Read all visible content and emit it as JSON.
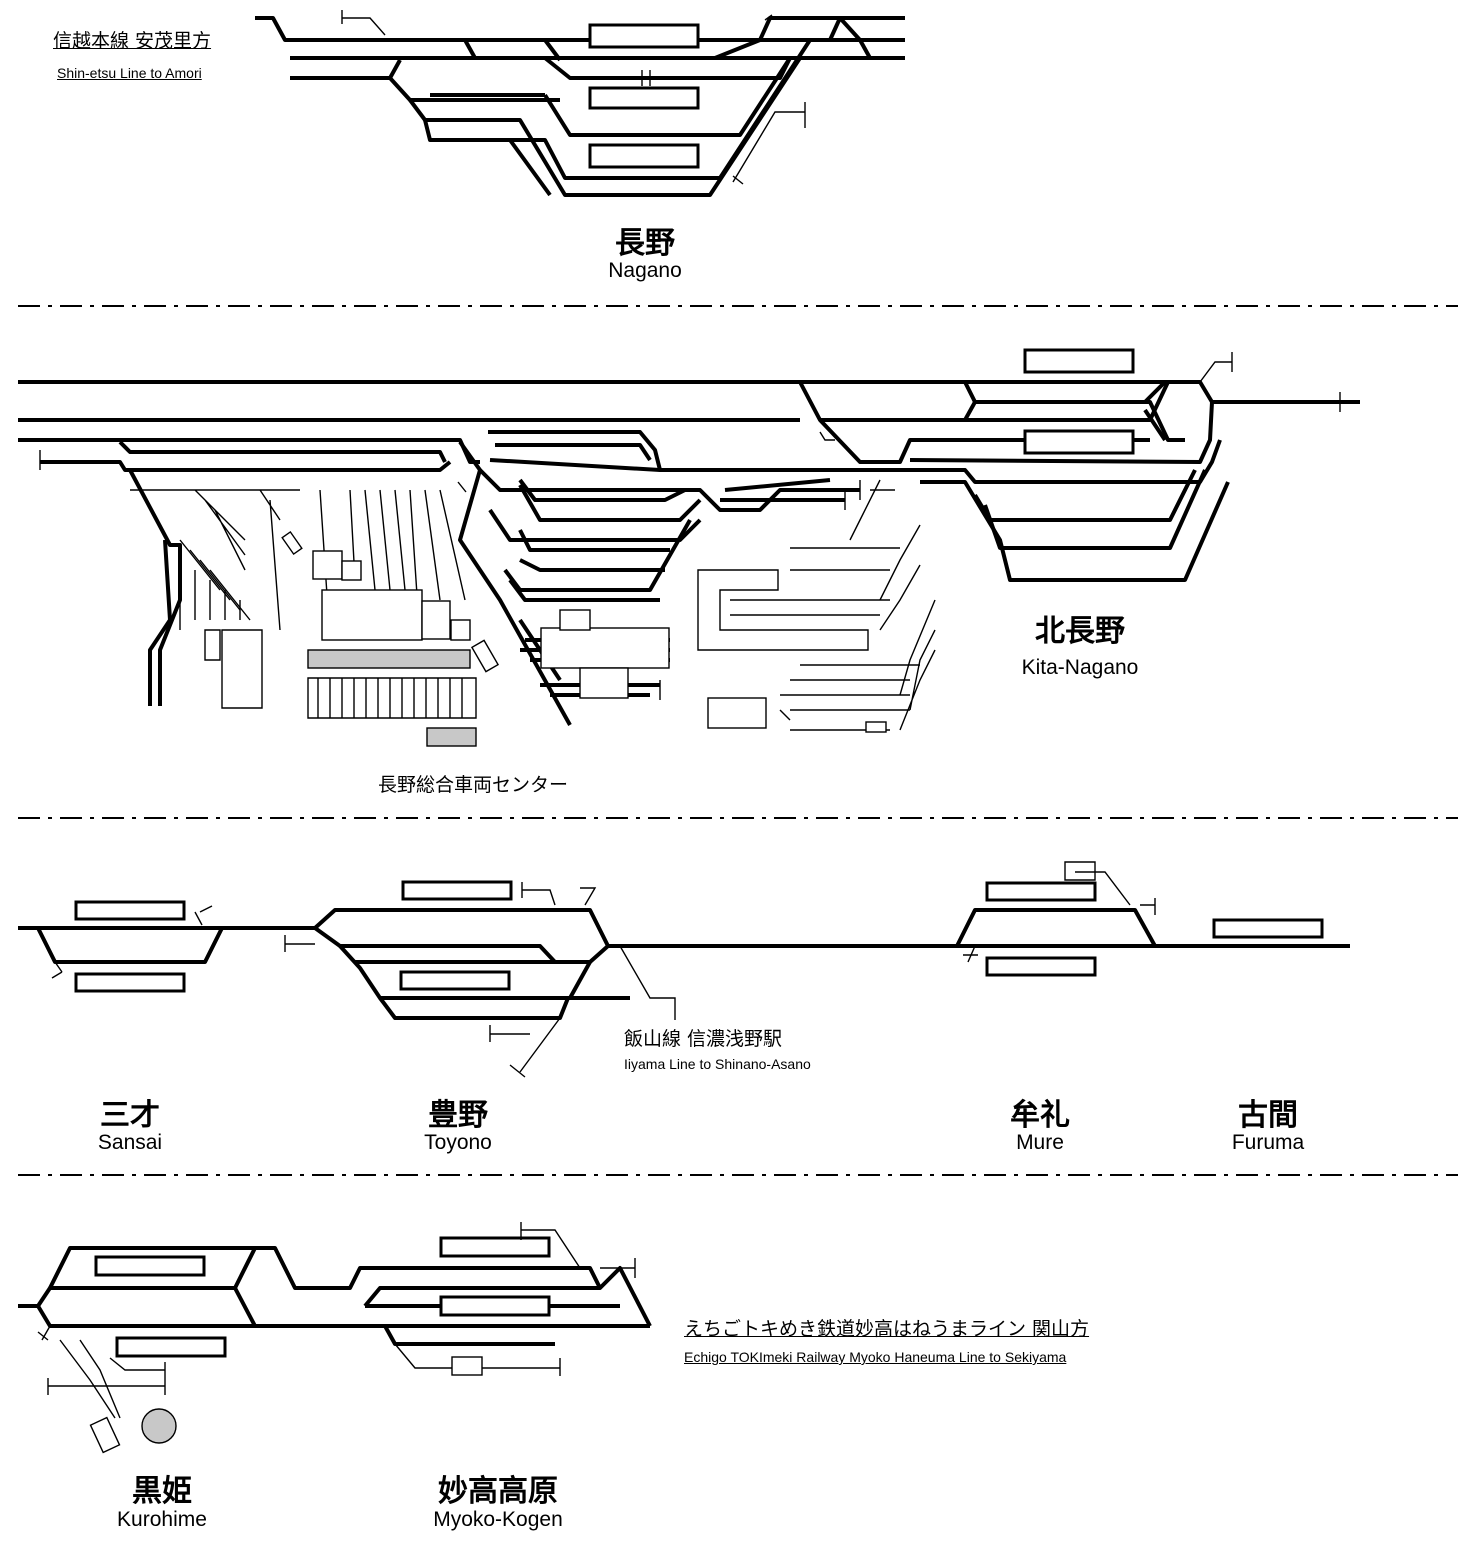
{
  "colors": {
    "track": "#000000",
    "platform_fill": "#ffffff",
    "building_fill": "#c8c8c8",
    "separator": "#000000"
  },
  "lines": {
    "shinetsu": {
      "ja": "信越本線 安茂里方",
      "en": "Shin-etsu Line to Amori"
    },
    "iiyama": {
      "ja": "飯山線 信濃浅野駅",
      "en": "Iiyama Line to Shinano-Asano"
    },
    "echigo": {
      "ja": "えちごトキめき鉄道妙高はねうまライン 関山方",
      "en": "Echigo TOKImeki Railway Myoko Haneuma Line to Sekiyama"
    }
  },
  "stations": {
    "nagano": {
      "ja": "長野",
      "en": "Nagano"
    },
    "kitanagano": {
      "ja": "北長野",
      "en": "Kita-Nagano"
    },
    "sansai": {
      "ja": "三才",
      "en": "Sansai"
    },
    "toyono": {
      "ja": "豊野",
      "en": "Toyono"
    },
    "mure": {
      "ja": "牟礼",
      "en": "Mure"
    },
    "furuma": {
      "ja": "古間",
      "en": "Furuma"
    },
    "kurohime": {
      "ja": "黒姫",
      "en": "Kurohime"
    },
    "myokokogen": {
      "ja": "妙高高原",
      "en": "Myoko-Kogen"
    }
  },
  "depot": {
    "name": "長野総合車両センター"
  }
}
